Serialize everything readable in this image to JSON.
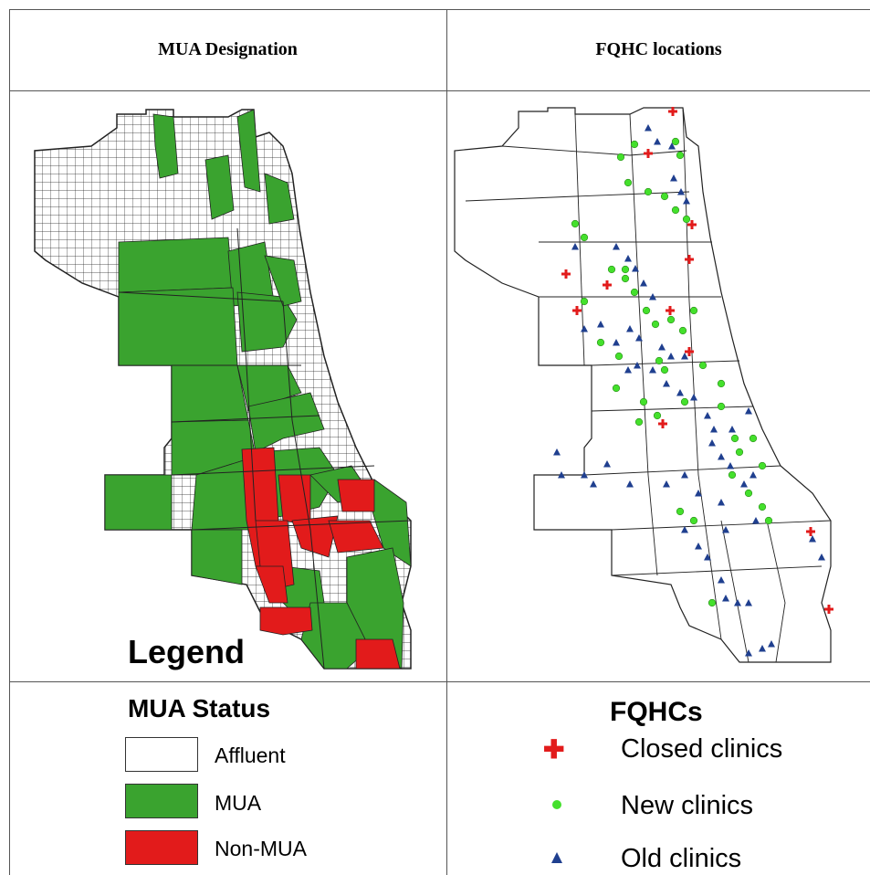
{
  "panels": {
    "left_title": "MUA Designation",
    "right_title": "FQHC locations"
  },
  "map_legend_word": "Legend",
  "legend_left": {
    "title": "MUA Status",
    "items": [
      {
        "label": "Affluent",
        "color": "#ffffff"
      },
      {
        "label": "MUA",
        "color": "#3aa32f"
      },
      {
        "label": "Non-MUA",
        "color": "#e21b1b"
      }
    ]
  },
  "legend_right": {
    "title": "FQHCs",
    "items": [
      {
        "label": "Closed clinics",
        "symbol": "red-cross",
        "color": "#e21b1b"
      },
      {
        "label": "New clinics",
        "symbol": "green-dot",
        "color": "#44e02c"
      },
      {
        "label": "Old clinics",
        "symbol": "blue-triangle",
        "color": "#1f3f8f"
      }
    ]
  },
  "colors": {
    "mua_green": "#3aa32f",
    "non_mua_red": "#e21b1b",
    "boundary": "#222222",
    "new_clinic": "#44e02c",
    "old_clinic": "#1f3f8f",
    "closed_clinic": "#e21b1b"
  }
}
